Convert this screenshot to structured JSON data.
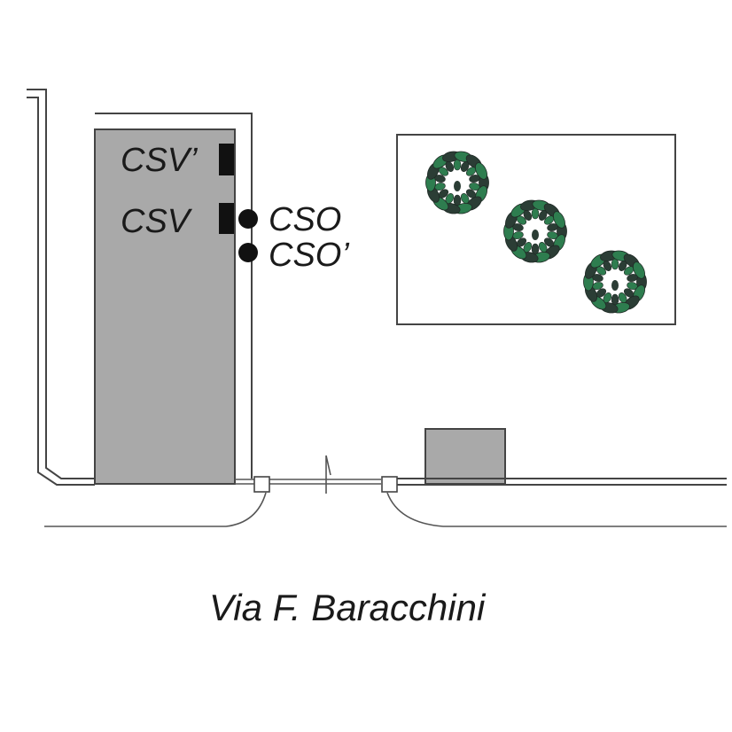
{
  "labels": {
    "csv_prime": "CSV’",
    "csv": "CSV",
    "cso": "CSO",
    "cso_prime": "CSO’",
    "street": "Via F. Baracchini"
  },
  "colors": {
    "building_fill": "#a9a9a9",
    "sensor_fill": "#111111",
    "leaf_green": "#2e7d4f",
    "leaf_dark": "#2b3d35",
    "line": "#444444"
  },
  "icons": {
    "tree": "tree-icon",
    "north": "north-arrow-icon"
  }
}
